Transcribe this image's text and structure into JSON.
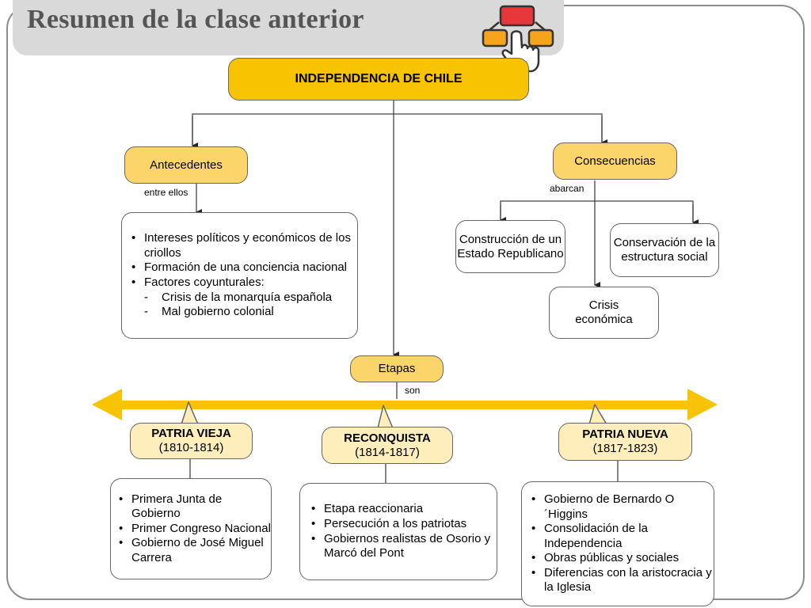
{
  "title": "Resumen de la clase anterior",
  "icon": "hierarchy-click-icon",
  "colors": {
    "gold": "#f8c300",
    "light_gold": "#fcd56a",
    "cream": "#fdeebc",
    "arrow": "#f8c300"
  },
  "root": "INDEPENDENCIA DE CHILE",
  "antecedentes": {
    "label": "Antecedentes",
    "connector": "entre ellos",
    "items": [
      {
        "kind": "bullet",
        "text": "Intereses políticos y económicos de los criollos"
      },
      {
        "kind": "bullet",
        "text": "Formación de una conciencia nacional"
      },
      {
        "kind": "bullet",
        "text": "Factores coyunturales:"
      },
      {
        "kind": "dash",
        "text": "Crisis de la monarquía española"
      },
      {
        "kind": "dash",
        "text": "Mal gobierno colonial"
      }
    ]
  },
  "consecuencias": {
    "label": "Consecuencias",
    "connector": "abarcan",
    "items": [
      "Construcción de un Estado Republicano",
      "Crisis económica",
      "Conservación de la estructura social"
    ]
  },
  "etapas": {
    "label": "Etapas",
    "connector": "son"
  },
  "stages": [
    {
      "name": "PATRIA VIEJA",
      "years": "(1810-1814)",
      "items": [
        "Primera Junta de Gobierno",
        "Primer Congreso Nacional",
        "Gobierno de José Miguel Carrera"
      ]
    },
    {
      "name": "RECONQUISTA",
      "years": "(1814-1817)",
      "items": [
        "Etapa reaccionaria",
        "Persecución a los patriotas",
        "Gobiernos realistas de Osorio y Marcó del Pont"
      ]
    },
    {
      "name": "PATRIA NUEVA",
      "years": "(1817-1823)",
      "items": [
        "Gobierno de Bernardo O´Higgins",
        "Consolidación de la Independencia",
        "Obras públicas y sociales",
        "Diferencias con la aristocracia y la Iglesia"
      ]
    }
  ]
}
